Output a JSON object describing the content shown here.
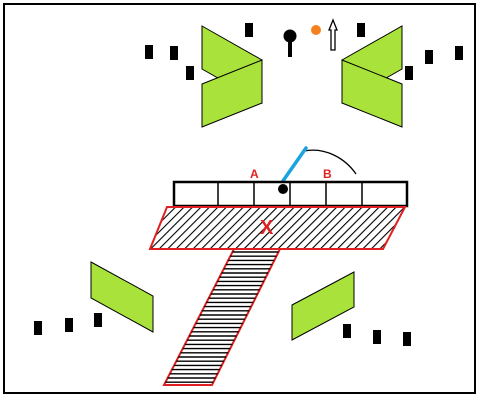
{
  "labels": {
    "a": "A",
    "b": "B",
    "x": "X"
  },
  "colors": {
    "frame": "#000000",
    "green_panel": "#a9e23a",
    "stripe": "#000000",
    "red_outline": "#e02020",
    "label_red": "#e02020",
    "blue_line": "#1aa3e0",
    "orange_dot": "#f58020",
    "black_marker": "#000000"
  },
  "icons": {
    "figure": "person-key-icon",
    "arrow": "up-arrow-icon",
    "dot": "orange-dot-icon"
  }
}
